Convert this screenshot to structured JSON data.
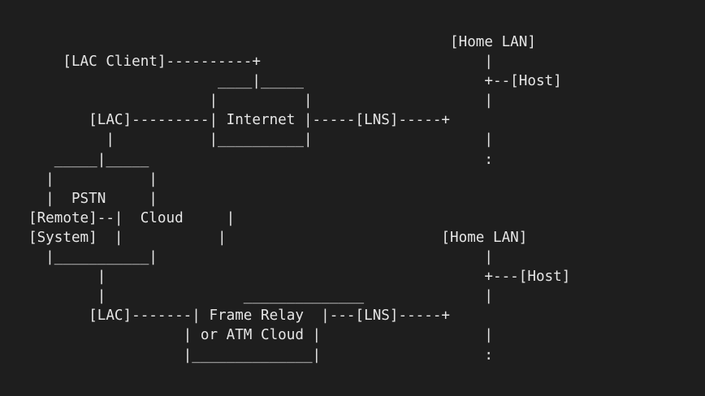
{
  "diagram": {
    "lines": [
      "                                                 [Home LAN]",
      "    [LAC Client]----------+                          |",
      "                      ____|_____                     +--[Host]",
      "                     |          |                    |",
      "       [LAC]---------| Internet |-----[LNS]-----+",
      "         |           |__________|                    |",
      "   _____|_____                                       :",
      "  |           |",
      "  |  PSTN     |",
      "[Remote]--|  Cloud     |",
      "[System]  |           |                         [Home LAN]",
      "  |___________|                                      |",
      "        |                                            +---[Host]",
      "        |                ______________              |",
      "       [LAC]-------| Frame Relay  |---[LNS]-----+",
      "                  | or ATM Cloud |                   |",
      "                  |______________|                   :"
    ]
  }
}
